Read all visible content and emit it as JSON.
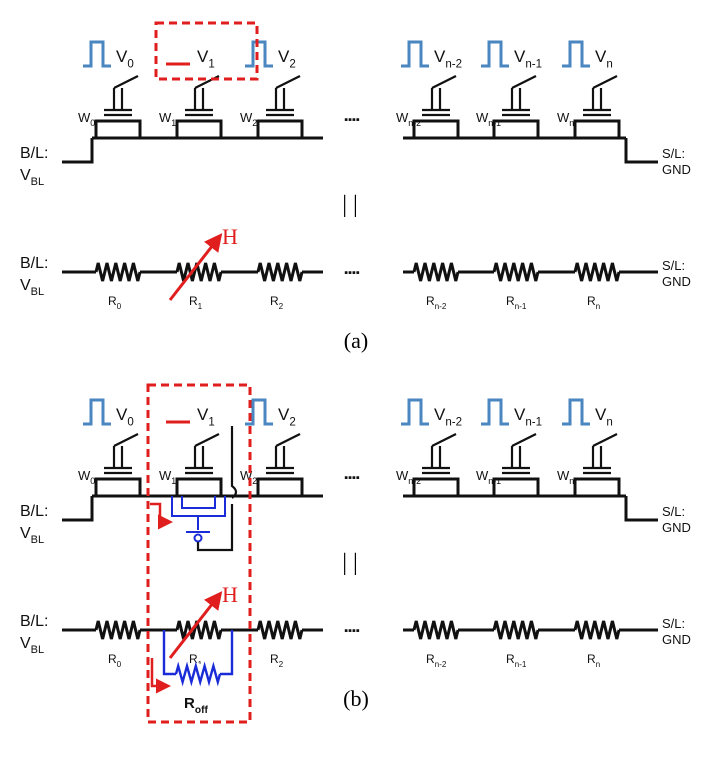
{
  "colors": {
    "wire": "#111111",
    "pulse": "#4a86c0",
    "highlight": "#e01e1e",
    "off_path": "#1a2bd8"
  },
  "panels": [
    {
      "id": "a",
      "caption": "(a)",
      "left_label_top": "B/L:",
      "left_label_bottom": "V",
      "left_label_sub": "BL",
      "right_label_top": "S/L:",
      "right_label_bottom": "GND",
      "equivalence_symbol": "| |",
      "ellipsis": "▪▪▪▪",
      "voltages": [
        {
          "base": "V",
          "sub": "0",
          "waveform": "pulse"
        },
        {
          "base": "V",
          "sub": "1",
          "waveform": "low"
        },
        {
          "base": "V",
          "sub": "2",
          "waveform": "pulse"
        },
        {
          "base": "V",
          "sub": "n-2",
          "waveform": "pulse"
        },
        {
          "base": "V",
          "sub": "n-1",
          "waveform": "pulse"
        },
        {
          "base": "V",
          "sub": "n",
          "waveform": "pulse"
        }
      ],
      "wordlines": [
        {
          "base": "W",
          "sub": "0"
        },
        {
          "base": "W",
          "sub": "1"
        },
        {
          "base": "W",
          "sub": "2"
        },
        {
          "base": "W",
          "sub": "n-2"
        },
        {
          "base": "W",
          "sub": "n-1"
        },
        {
          "base": "W",
          "sub": "n"
        }
      ],
      "resistors": [
        {
          "base": "R",
          "sub": "0"
        },
        {
          "base": "R",
          "sub": "1"
        },
        {
          "base": "R",
          "sub": "2"
        },
        {
          "base": "R",
          "sub": "n-2"
        },
        {
          "base": "R",
          "sub": "n-1"
        },
        {
          "base": "R",
          "sub": "n"
        }
      ],
      "field_label": "H"
    },
    {
      "id": "b",
      "caption": "(b)",
      "left_label_top": "B/L:",
      "left_label_bottom": "V",
      "left_label_sub": "BL",
      "right_label_top": "S/L:",
      "right_label_bottom": "GND",
      "equivalence_symbol": "| |",
      "ellipsis": "▪▪▪▪",
      "voltages": [
        {
          "base": "V",
          "sub": "0",
          "waveform": "pulse"
        },
        {
          "base": "V",
          "sub": "1",
          "waveform": "low"
        },
        {
          "base": "V",
          "sub": "2",
          "waveform": "pulse"
        },
        {
          "base": "V",
          "sub": "n-2",
          "waveform": "pulse"
        },
        {
          "base": "V",
          "sub": "n-1",
          "waveform": "pulse"
        },
        {
          "base": "V",
          "sub": "n",
          "waveform": "pulse"
        }
      ],
      "wordlines": [
        {
          "base": "W",
          "sub": "0"
        },
        {
          "base": "W",
          "sub": "1"
        },
        {
          "base": "W",
          "sub": "2"
        },
        {
          "base": "W",
          "sub": "n-2"
        },
        {
          "base": "W",
          "sub": "n-1"
        },
        {
          "base": "W",
          "sub": "n"
        }
      ],
      "resistors": [
        {
          "base": "R",
          "sub": "0"
        },
        {
          "base": "R",
          "sub": "1"
        },
        {
          "base": "R",
          "sub": "2"
        },
        {
          "base": "R",
          "sub": "n-2"
        },
        {
          "base": "R",
          "sub": "n-1"
        },
        {
          "base": "R",
          "sub": "n"
        }
      ],
      "field_label": "H",
      "off_resistor": {
        "base": "R",
        "sub": "off"
      }
    }
  ]
}
